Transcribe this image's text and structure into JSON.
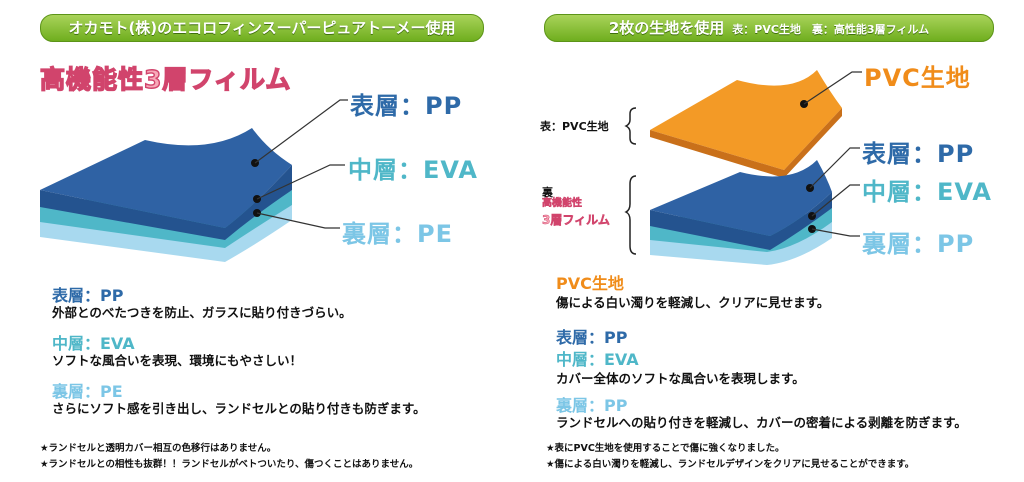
{
  "left": {
    "banner": "オカモト(株)のエコロフィンスーパーピュアトーメー使用",
    "film_title": "高機能性3層フィルム",
    "labels": {
      "top": "表層：PP",
      "mid": "中層：EVA",
      "bottom": "裏層：PE"
    },
    "descriptions": [
      {
        "heading": "表層：PP",
        "text": "外部とのべたつきを防止、ガラスに貼り付きづらい。"
      },
      {
        "heading": "中層：EVA",
        "text": "ソフトな風合いを表現、環境にもやさしい！"
      },
      {
        "heading": "裏層：PE",
        "text": "さらにソフト感を引き出し、ランドセルとの貼り付きも防ぎます。"
      }
    ],
    "notes": [
      "★ランドセルと透明カバー相互の色移行はありません。",
      "★ランドセルとの相性も抜群！！ランドセルがベトついたり、傷つくことはありません。"
    ]
  },
  "right": {
    "banner_main": "2枚の生地を使用",
    "banner_sub": "表：PVC生地　裏：高性能3層フィルム",
    "side_top": "表：PVC生地",
    "side_bottom_1": "裏",
    "side_bottom_2": "高機能性",
    "side_bottom_3": "3層フィルム",
    "labels": {
      "pvc": "PVC生地",
      "top": "表層：PP",
      "mid": "中層：EVA",
      "bottom": "裏層：PP"
    },
    "desc_pvc_heading": "PVC生地",
    "desc_pvc_text": "傷による白い濁りを軽減し、クリアに見せます。",
    "desc_pp_heading": "表層：PP",
    "desc_eva_heading": "中層：EVA",
    "desc_eva_text": "カバー全体のソフトな風合いを表現します。",
    "desc_bottom_heading": "裏層：PP",
    "desc_bottom_text": "ランドセルへの貼り付きを軽減し、カバーの密着による剥離を防ぎます。",
    "notes": [
      "★表にPVC生地を使用することで傷に強くなりました。",
      "★傷による白い濁りを軽減し、ランドセルデザインをクリアに見せることができます。"
    ]
  },
  "colors": {
    "banner_green": "#7ab62a",
    "pp_blue": "#2e6aa8",
    "eva_teal": "#4fb7c8",
    "pe_light": "#7cc6e6",
    "pvc_orange": "#f08c1a",
    "film_pink": "#f7a9b8"
  }
}
